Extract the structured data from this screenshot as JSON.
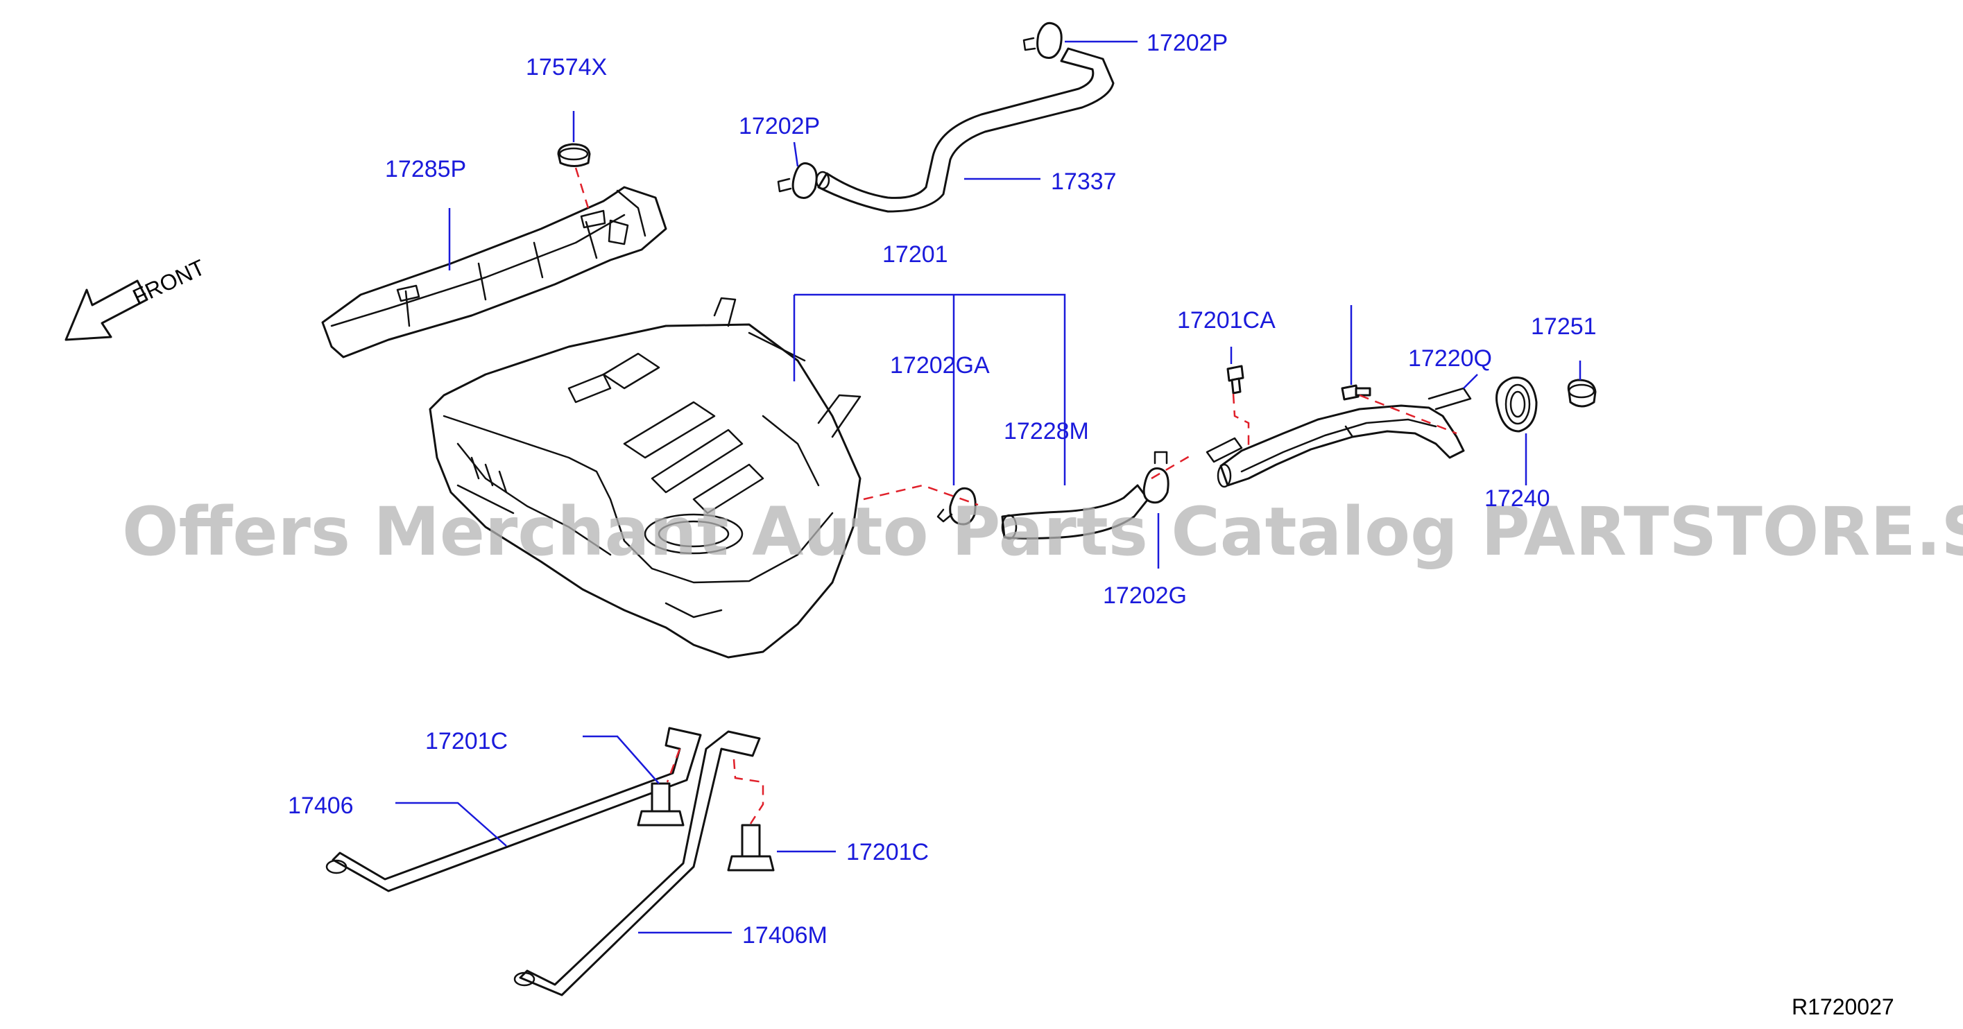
{
  "labels": {
    "p17574x": "17574X",
    "p17285p": "17285P",
    "p17202p_top": "17202P",
    "p17202p_left": "17202P",
    "p17337": "17337",
    "p17201": "17201",
    "p17202ga": "17202GA",
    "p17228m": "17228M",
    "p17201ca": "17201CA",
    "p17220q": "17220Q",
    "p17251": "17251",
    "p17240": "17240",
    "p17202g": "17202G",
    "p17201c_left": "17201C",
    "p17406": "17406",
    "p17201c_right": "17201C",
    "p17406m": "17406M"
  },
  "front_label": "FRONT",
  "diagram_ref": "R1720027",
  "watermark": "Offers Merchant Auto Parts Catalog PARTSTORE.SA",
  "colors": {
    "label": "#1a1adb",
    "leader": "#1a1adb",
    "assembly_dash": "#e0202a",
    "line_art": "#111111",
    "watermark": "#b4b4b4"
  }
}
